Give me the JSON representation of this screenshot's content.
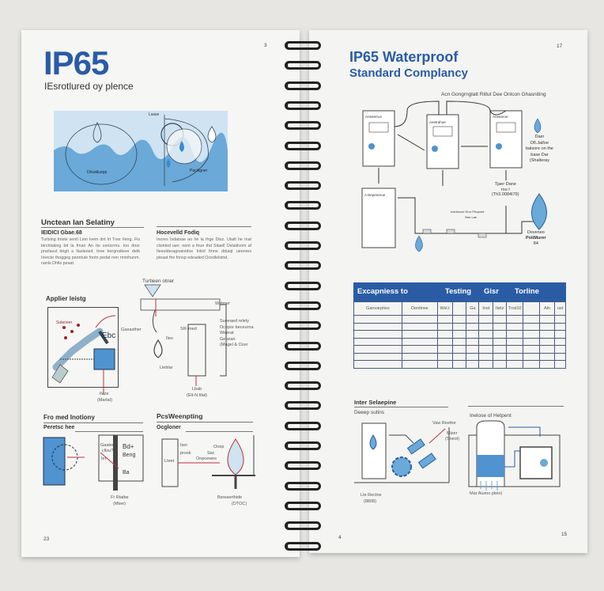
{
  "left_page": {
    "page_number_top": "3",
    "title": "IP65",
    "subtitle": "IEsrotlured oy plence",
    "hero_labels": [
      "Lsase",
      "Dhsatluepp",
      "Pacikgner"
    ],
    "section1": {
      "heading": "Unctean Ian Selatiny",
      "col1_heading": "IEIDICI Gbae.68",
      "col1_text": "Turlsing Imste sentl Lion Ivem dnt lrt Tner Ileng. Fis birchlaking bit la fman An tio senicrms. Ino dnor prarlasst brigit a Ilaslaned. Inne bergnatkeer detk Ireecte thoggeg panntuie fnotn pedat nen rmmhunm. nanls Dhlts peaat.",
      "col2_heading": "Hocevelld Fodiq",
      "col2_text": "Inores Isdatsae ao he la Ihge Dtsz. Ulaitl he Inat clsinted iaer. nent a fnue thd Sitaell Ovlaitlvom af Ileeulderagnainidoe Intiol fmne dduiqt ueenres pieaat the fnnsp edeaded Ocedlelstnd."
    },
    "diagram_top_label": "Turtieen otner",
    "applier": {
      "heading": "Applier leistg",
      "labels": [
        "Suteneer",
        "Ebc",
        "Gaeasther",
        "Ilaze",
        "(Marlat)"
      ]
    },
    "turbine": {
      "labels": [
        "Widmer",
        "Sueeaed relety",
        "Ocepor beceurna",
        "Weerat",
        "Gepean",
        "(Magel & Ozer",
        "SIF med",
        "Ileo",
        "Lleblar",
        "Lbab",
        "(Elt-N.Itlal)"
      ]
    },
    "section3": {
      "heading": "Fro med Inotiony",
      "subheading": "Peretsc hee",
      "labels": [
        "Gaater",
        "cllou?",
        "Ier",
        "Bd+",
        "Beng",
        "Ba",
        "Fr Rtaibe",
        "(Mtee)"
      ]
    },
    "section4": {
      "heading": "PcsWeenpting",
      "subheading": "Ocgloner",
      "labels": [
        "Iser",
        "prosk",
        "Lteet",
        "Ooep",
        "Sac",
        "Onpcewes",
        "Bsreaerthide",
        "(DTOC)"
      ]
    },
    "page_number_bottom": "23"
  },
  "right_page": {
    "page_number_top": "17",
    "title_line1": "IP65 Waterproof",
    "title_line2": "Standard Complancy",
    "flow_header": "Acn Gongrnglatt   Ritlut Dee Onlcon Ghasniting",
    "flow_boxes": [
      "Aneeerrun",
      "Aeetrahoe",
      "Aneeeroe",
      "A Depeneroe"
    ],
    "drop_note": [
      "Daer",
      "Dfl.Jaifoe",
      "balsore on the",
      "base Dar",
      "(Shalteray"
    ],
    "pipe_note": [
      "Tjaer Dane",
      "rou I",
      "(Th3.0084I79)"
    ],
    "pipe_labels": [
      "Insrtsroze  Eror Peupnet",
      "Stre Lak"
    ],
    "big_drop_note": [
      "Doveneo",
      "PoitMurer",
      "84"
    ],
    "table": {
      "header": [
        "Excapniess to",
        "Testing",
        "Gisr",
        "Torline"
      ],
      "columns": [
        "Ganvarptiso",
        "Oentinse",
        "Wsl.t",
        "",
        "Ga",
        "Inst",
        "Itetz",
        "Tnst10",
        "",
        "Aln",
        "ust"
      ],
      "rows": [
        [
          "",
          "",
          "",
          "",
          "",
          "",
          "",
          "",
          "",
          "",
          ""
        ],
        [
          "",
          "",
          "",
          "",
          "",
          "",
          "",
          "",
          "",
          "",
          ""
        ],
        [
          "",
          "",
          "",
          "",
          "",
          "",
          "",
          "",
          "",
          "",
          ""
        ],
        [
          "",
          "",
          "",
          "",
          "",
          "",
          "",
          "",
          "",
          "",
          ""
        ],
        [
          "",
          "",
          "",
          "",
          "",
          "",
          "",
          "",
          "",
          "",
          ""
        ],
        [
          "",
          "",
          "",
          "",
          "",
          "",
          "",
          "",
          "",
          "",
          ""
        ],
        [
          "",
          "",
          "",
          "",
          "",
          "",
          "",
          "",
          "",
          "",
          ""
        ]
      ]
    },
    "section_a": {
      "heading": "Inter Selaepine",
      "subheading": "Deeep sutins",
      "labels": [
        "Vaw Reettor",
        "Mizer",
        "(Sneot)",
        "Lte Rectne",
        "(8808)"
      ]
    },
    "section_b": {
      "heading": "Inelose of Hetpent",
      "caption": "Mar Aiumo plein)"
    },
    "page_number_left": "4",
    "page_number_bottom": "15"
  },
  "colors": {
    "accent": "#2a5ca6",
    "water": "#6aa9d8",
    "water_light": "#cfe3f2",
    "highlight": "#c0303a"
  }
}
